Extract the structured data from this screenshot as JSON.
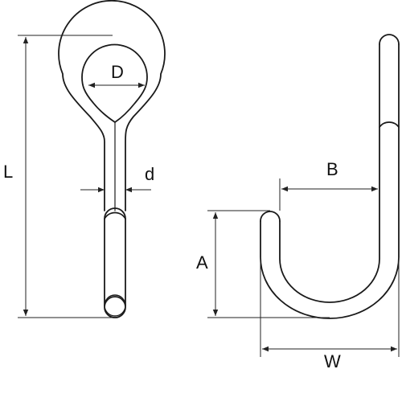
{
  "labels": {
    "L": "L",
    "D": "D",
    "d": "d",
    "A": "A",
    "B": "B",
    "W": "W"
  },
  "colors": {
    "line": "#1a1a1a",
    "background": "#ffffff"
  }
}
